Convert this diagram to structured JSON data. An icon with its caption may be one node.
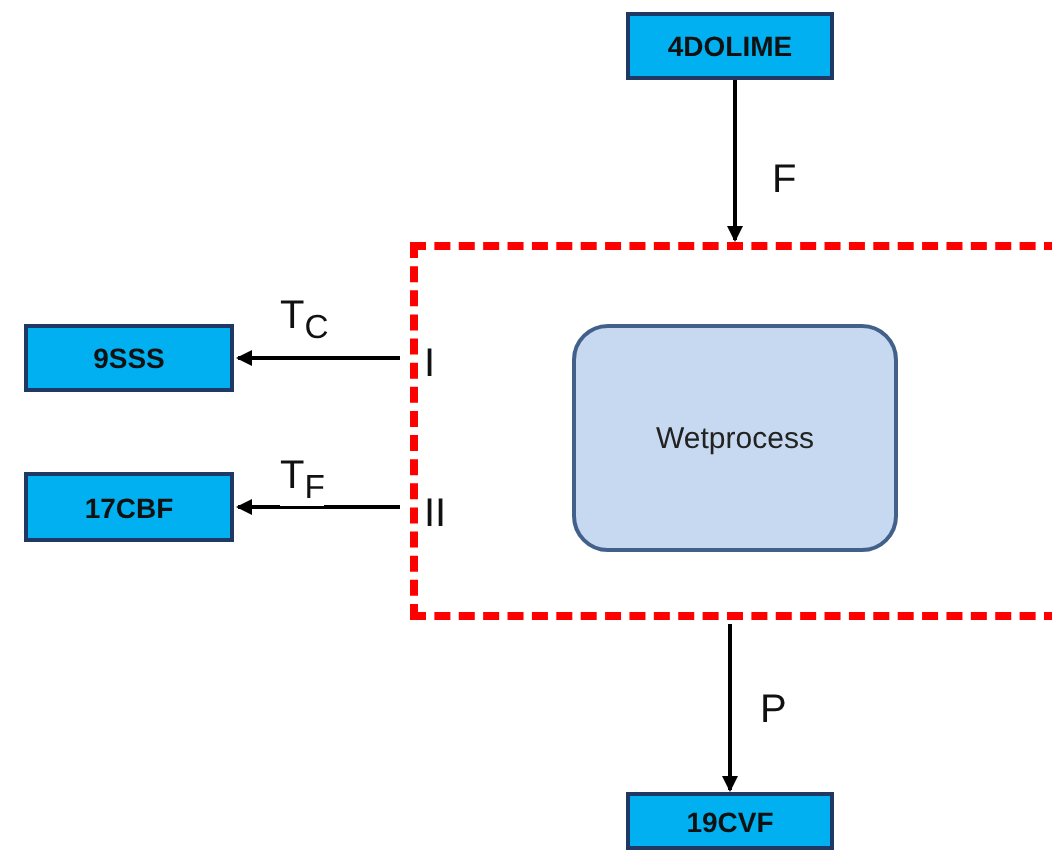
{
  "diagram": {
    "nodes": [
      {
        "text": [
          "4DOLIME"
        ]
      },
      {
        "text": [],
        "shape": "box"
      },
      {
        "text": [
          "Wetprocess"
        ],
        "in": 1
      },
      {
        "text": [
          "9SSS"
        ]
      },
      {
        "text": [
          "17CBF"
        ]
      },
      {
        "text": [
          "19CVF"
        ]
      }
    ],
    "edges": [
      {
        "from": 0,
        "to": 1,
        "arrow": "to",
        "label": "F"
      },
      {
        "from": 1,
        "to": 3,
        "arrow": "to",
        "label": "T$_{C}$"
      },
      {
        "from": 1,
        "to": 4,
        "arrow": "to",
        "label": "T$_{F}$"
      },
      {
        "from": 1,
        "to": 5,
        "arrow": "to",
        "label": "P"
      }
    ],
    "labels": [
      "I",
      "II"
    ]
  }
}
